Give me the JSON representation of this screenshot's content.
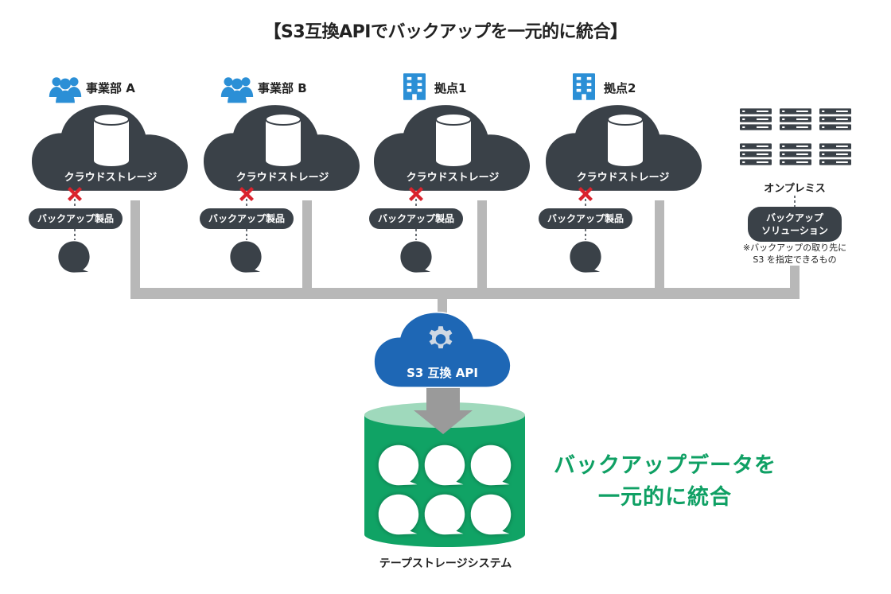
{
  "title": "【S3互換APIでバックアップを一元的に統合】",
  "sites": [
    {
      "name": "事業部 A",
      "storage_label": "クラウドストレージ",
      "product_label": "バックアップ製品"
    },
    {
      "name": "事業部 B",
      "storage_label": "クラウドストレージ",
      "product_label": "バックアップ製品"
    },
    {
      "name": "拠点1",
      "storage_label": "クラウドストレージ",
      "product_label": "バックアップ製品"
    },
    {
      "name": "拠点2",
      "storage_label": "クラウドストレージ",
      "product_label": "バックアップ製品"
    }
  ],
  "onprem": {
    "label": "オンプレミス",
    "solution_line1": "バックアップ",
    "solution_line2": "ソリューション",
    "note_line1": "※バックアップの取り先に",
    "note_line2": "S3 を指定できるもの"
  },
  "api_label": "S3 互換 API",
  "tape_label": "テープストレージシステム",
  "headline_line1": "バックアップデータを",
  "headline_line2": "一元的に統合",
  "colors": {
    "dark": "#3a4148",
    "gray_line": "#b5b5b5",
    "blue_icon": "#2b8fd6",
    "api_cloud": "#1e67b5",
    "tape_green": "#10a365",
    "tape_top": "#9fd9bc",
    "red_x": "#d9232d",
    "headline": "#0fa064"
  }
}
